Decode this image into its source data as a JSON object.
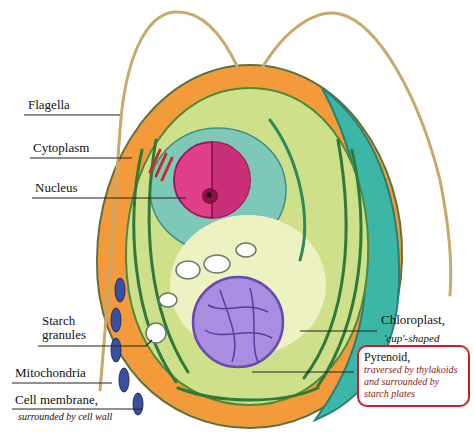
{
  "diagram": {
    "nodes": [
      {
        "text": [
          "Pyrenoid,",
          "traversed by thylakoids and surrounded by starch plates"
        ]
      }
    ],
    "labels": [
      "Flagella",
      "Cytoplasm",
      "Nucleus",
      "Starch granules",
      "Mitochondria",
      "Cell membrane,",
      "surrounded by cell wall",
      "Chloroplast,",
      "'cup'-shaped"
    ]
  }
}
